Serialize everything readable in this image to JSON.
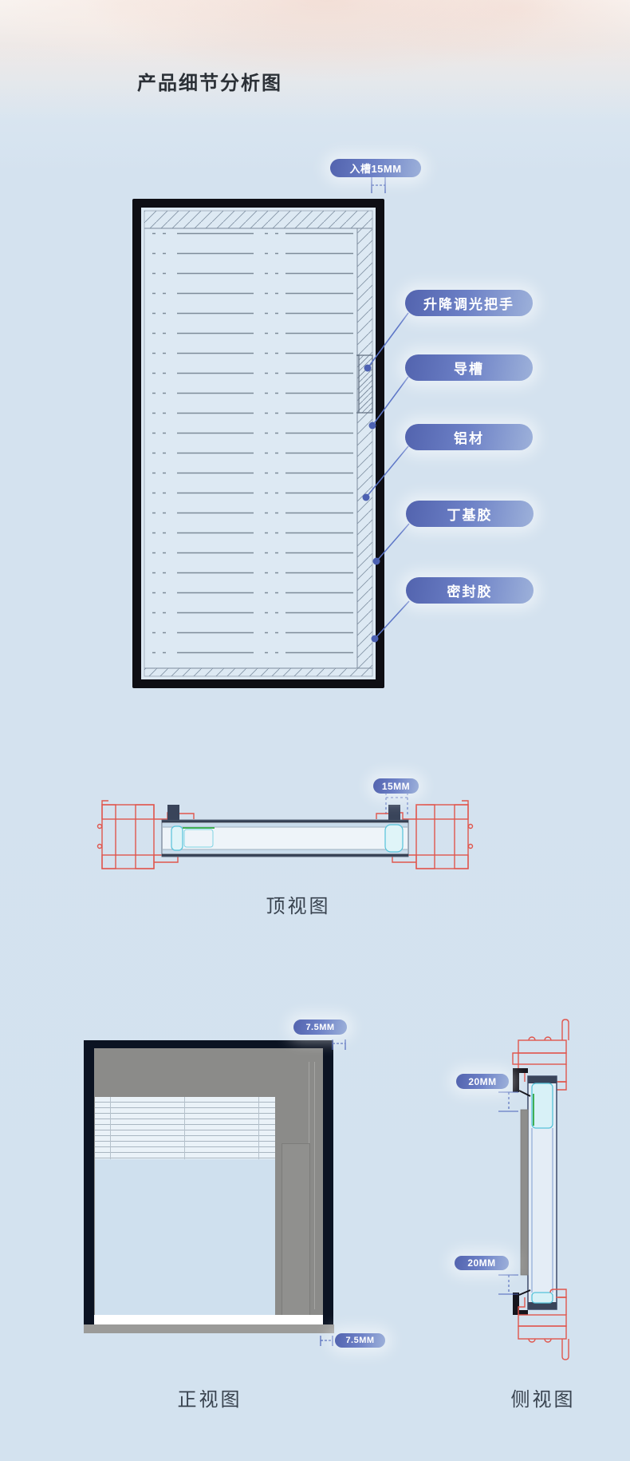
{
  "page": {
    "title": "产品细节分析图"
  },
  "detail_view": {
    "dim_pill": "入槽15MM",
    "labels": [
      {
        "text": "升降调光把手"
      },
      {
        "text": "导槽"
      },
      {
        "text": "铝材"
      },
      {
        "text": "丁基胶"
      },
      {
        "text": "密封胶"
      }
    ]
  },
  "top_view": {
    "caption": "顶视图",
    "dim_pill": "15MM"
  },
  "front_view": {
    "caption": "正视图",
    "dim_top": "7.5MM",
    "dim_bottom": "7.5MM"
  },
  "side_view": {
    "caption": "侧视图",
    "dim_top": "20MM",
    "dim_bottom": "20MM"
  },
  "colors": {
    "background": "#d3e2ef",
    "pill_gradient_start": "#5263ae",
    "pill_gradient_end": "#9db1da",
    "leader_blue": "#5b74c6",
    "dimension_blue": "#4a63b8",
    "cad_red": "#e0564d",
    "cad_cyan": "#56c3da",
    "cad_green": "#3faf54",
    "frame_black": "#0e0e14",
    "front_view_gray": "#8b8b89"
  }
}
